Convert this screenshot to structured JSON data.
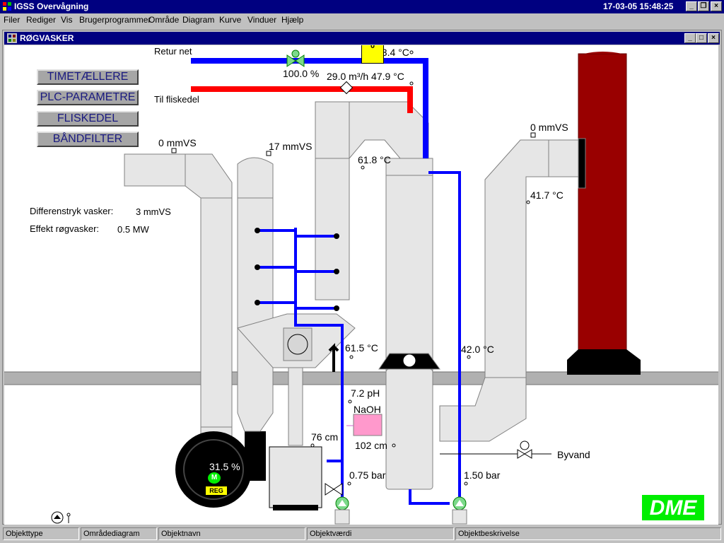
{
  "app": {
    "title": "IGSS Overvågning",
    "clock": "17-03-05  15:48:25"
  },
  "menu": [
    {
      "label": "Filer"
    },
    {
      "label": "Rediger"
    },
    {
      "label": "Vis"
    },
    {
      "label": "Brugerprogrammer"
    },
    {
      "label": "Område"
    },
    {
      "label": "Diagram"
    },
    {
      "label": "Kurve"
    },
    {
      "label": "Vinduer"
    },
    {
      "label": "Hjælp"
    }
  ],
  "window": {
    "title": "RØGVASKER"
  },
  "buttons": {
    "timetaellere": "TIMETÆLLERE",
    "plc": "PLC-PARAMETRE",
    "fliskedel": "FLISKEDEL",
    "baandfilter": "BÅNDFILTER"
  },
  "info": {
    "diff_label": "Differenstryk vasker:",
    "diff_value": "3 mmVS",
    "effekt_label": "Effekt røgvasker:",
    "effekt_value": "0.5 MW"
  },
  "pipes": {
    "retur_label": "Retur net",
    "til_label": "Til fliskedel",
    "retur_temp": "43.4 °C",
    "valve_pct": "100.0 %",
    "flow_temp": "29.0 m³/h 47.9 °C",
    "indicator_value": "0",
    "byvand_label": "Byvand"
  },
  "readings": {
    "inlet_pressure": "0 mmVS",
    "tower1_pressure": "17 mmVS",
    "tower_temp": "61.8 °C",
    "stack_pressure": "0 mmVS",
    "stack_temp": "41.7 °C",
    "bottom_temp": "61.5 °C",
    "washer_temp": "42.0 °C",
    "ph": "7.2 pH",
    "naoh": "NaOH",
    "level_left": "76 cm",
    "level_right": "102 cm",
    "pump_left_pressure": "0.75 bar",
    "pump_right_pressure": "1.50 bar",
    "fan_speed": "31.5 %",
    "fan_motor": "M",
    "fan_reg": "REG"
  },
  "logo": "DME",
  "status": {
    "objekttype": "Objekttype",
    "omraadediagram": "Områdediagram",
    "objektnavn": "Objektnavn",
    "objektvaerdi": "Objektværdi",
    "objektbeskrivelse": "Objektbeskrivelse"
  },
  "colors": {
    "title_bar": "#000080",
    "hot_pipe": "#ff0000",
    "cold_pipe": "#0000ff",
    "stack": "#990000",
    "duct": "#e6e6e6",
    "logo": "#00ee00"
  }
}
